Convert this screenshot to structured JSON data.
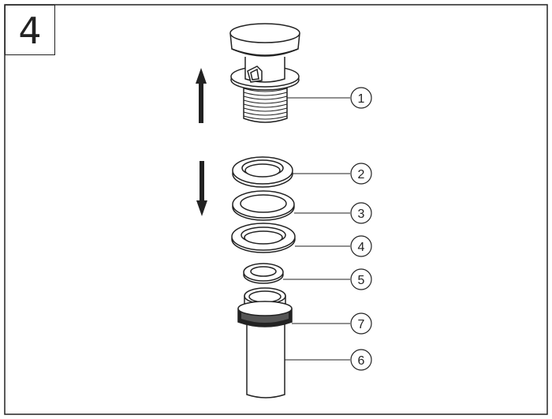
{
  "step_number": "4",
  "callouts": [
    {
      "id": "1",
      "part": "pop-up-cap-body"
    },
    {
      "id": "2",
      "part": "flange-ring"
    },
    {
      "id": "3",
      "part": "flat-washer"
    },
    {
      "id": "4",
      "part": "rubber-gasket"
    },
    {
      "id": "5",
      "part": "small-washer"
    },
    {
      "id": "7",
      "part": "lock-nut"
    },
    {
      "id": "6",
      "part": "tailpiece"
    }
  ],
  "arrows": [
    {
      "name": "up-arrow",
      "direction": "up"
    },
    {
      "name": "down-arrow",
      "direction": "down"
    }
  ],
  "colors": {
    "line": "#222222",
    "fill": "#ffffff",
    "shade": "#d8d8d8"
  }
}
